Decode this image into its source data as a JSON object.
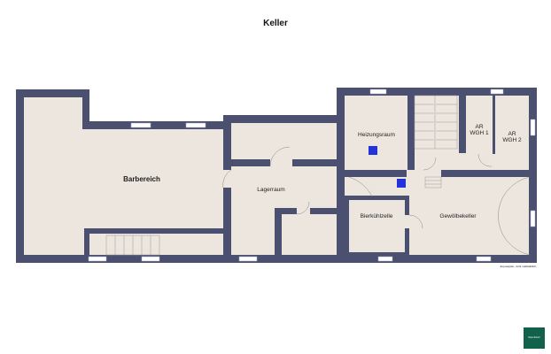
{
  "title": "Keller",
  "rooms": {
    "barbereich": "Barbereich",
    "lagerraum": "Lagerraum",
    "heizungsraum": "Heizungsraum",
    "ar_wgh1_a": "AR",
    "ar_wgh1_b": "WGH 1",
    "ar_wgh2_a": "AR",
    "ar_wgh2_b": "WGH 2",
    "bierkuehlzelle": "Bierkühlzelle",
    "gewoelbekeller": "Gewölbekeller"
  },
  "footnote": "Exposéplan, nicht maßstäblich",
  "logo_text": "Raumfrisch",
  "colors": {
    "wall": "#4b5070",
    "floor": "#ece6df",
    "equipment": "#2233dd",
    "logo": "#12614a"
  }
}
